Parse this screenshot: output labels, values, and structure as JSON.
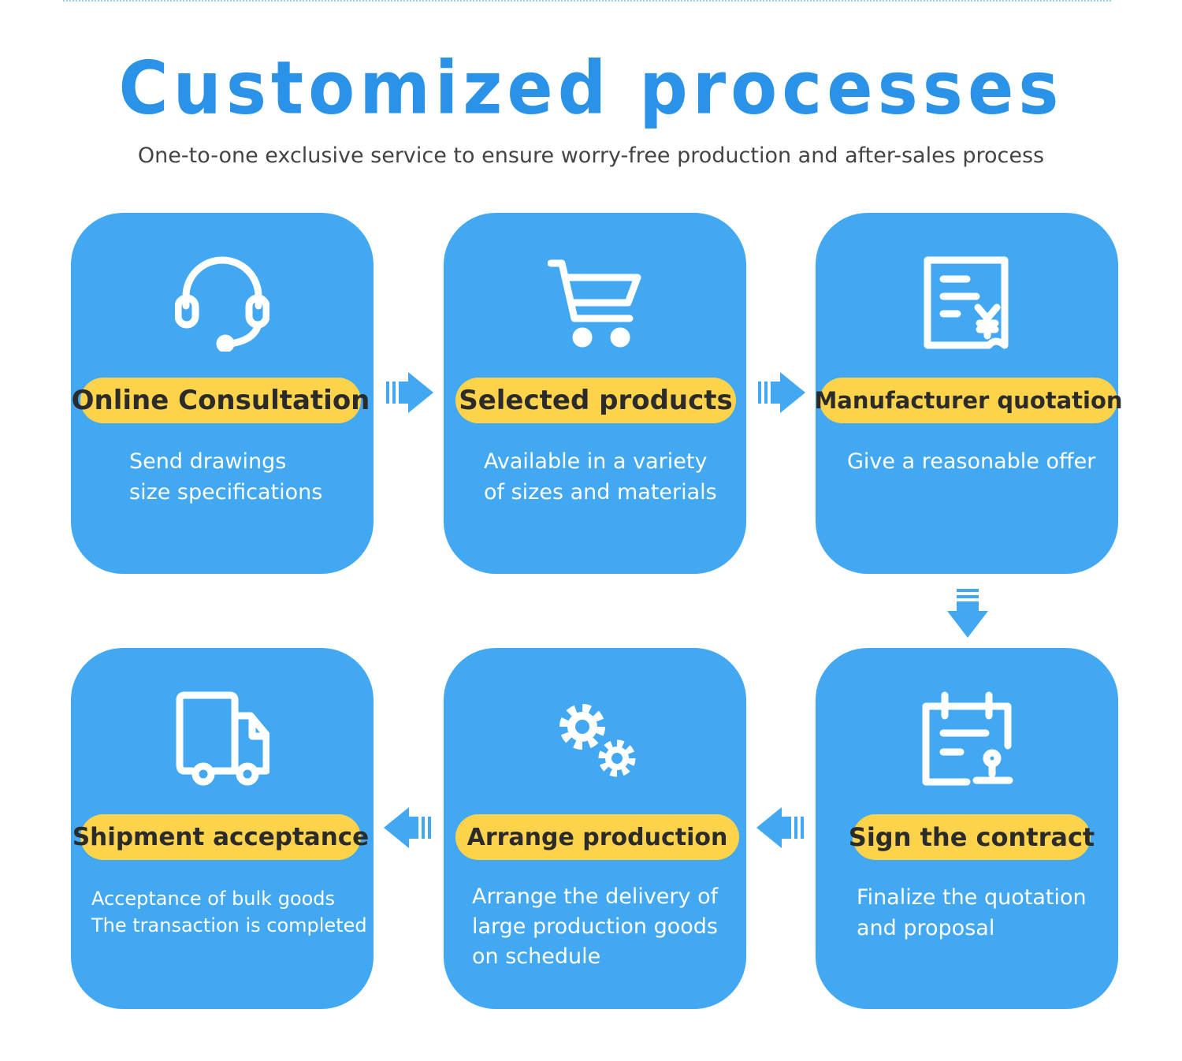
{
  "title": "Customized processes",
  "subtitle": "One-to-one exclusive service to ensure worry-free production and after-sales process",
  "steps": [
    {
      "label": "Online Consultation",
      "desc": "Send drawings\nsize specifications",
      "icon": "headset-icon"
    },
    {
      "label": "Selected products",
      "desc": "Available in a variety\nof sizes and materials",
      "icon": "shopping-cart-icon"
    },
    {
      "label": "Manufacturer quotation",
      "desc": "Give a reasonable offer",
      "icon": "quotation-document-icon"
    },
    {
      "label": "Sign the contract",
      "desc": "Finalize the quotation\nand proposal",
      "icon": "contract-calendar-stamp-icon"
    },
    {
      "label": "Arrange production",
      "desc": "Arrange the delivery of\nlarge production goods\non schedule",
      "icon": "gears-icon"
    },
    {
      "label": "Shipment acceptance",
      "desc": "Acceptance of bulk goods\nThe transaction is completed",
      "icon": "delivery-truck-icon"
    }
  ],
  "colors": {
    "title": "#2a93e8",
    "card": "#42a8f2",
    "pill": "#fcd34b",
    "arrow": "#42a8f2"
  }
}
